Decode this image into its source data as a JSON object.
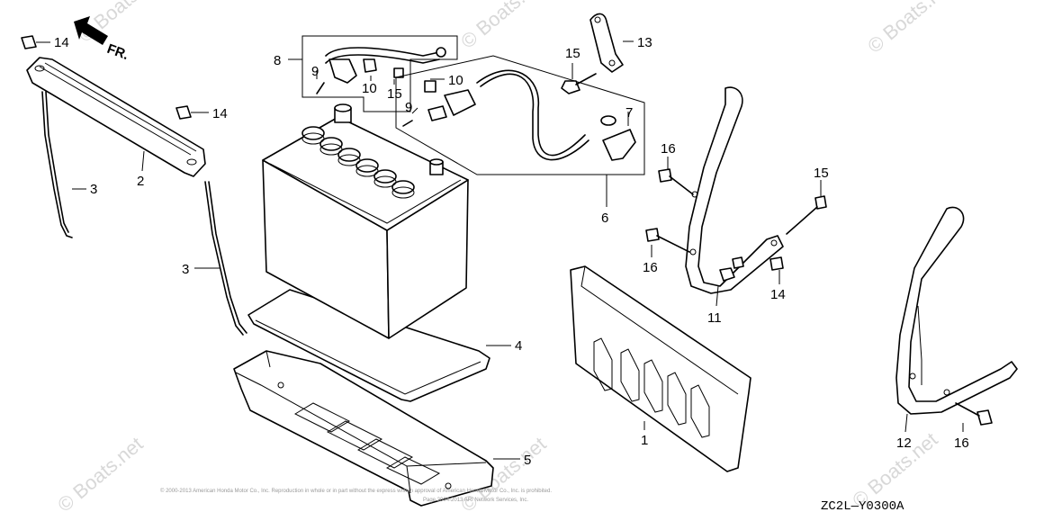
{
  "diagram_code": "ZC2L—Y0300A",
  "watermark_text": "© Boats.net",
  "front_marker": "FR.",
  "copyright": {
    "line1": "© 2000-2013 American Honda Motor Co., Inc. Reproduction in whole or in part without the express written approval of American Honda Motor Co., Inc. is prohibited.",
    "line2": "Page 2004-2013 ARI Network Services, Inc."
  },
  "callouts": {
    "c1": "1",
    "c2": "2",
    "c3a": "3",
    "c3b": "3",
    "c4": "4",
    "c5": "5",
    "c6": "6",
    "c7": "7",
    "c8": "8",
    "c9a": "9",
    "c9b": "9",
    "c10a": "10",
    "c10b": "10",
    "c11": "11",
    "c12": "12",
    "c13": "13",
    "c14a": "14",
    "c14b": "14",
    "c14c": "14",
    "c15a": "15",
    "c15b": "15",
    "c15c": "15",
    "c16a": "16",
    "c16b": "16",
    "c16c": "16"
  },
  "colors": {
    "line": "#000000",
    "watermark": "#d8d8d8"
  }
}
